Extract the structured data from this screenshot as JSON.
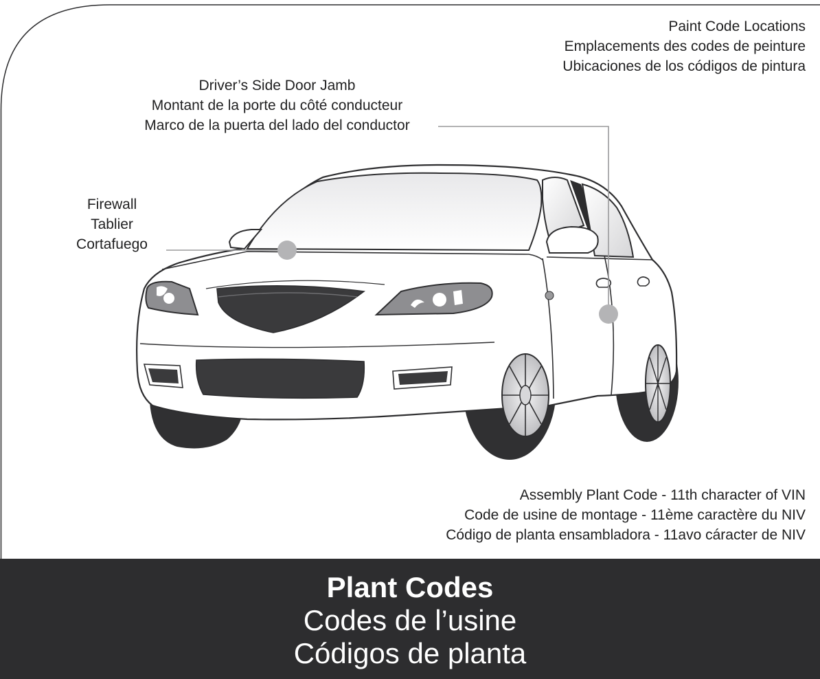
{
  "labels": {
    "paint_code_locations": {
      "en": "Paint Code Locations",
      "fr": "Emplacements des codes de peinture",
      "es": "Ubicaciones de los códigos de pintura"
    },
    "door_jamb": {
      "en": "Driver’s Side Door Jamb",
      "fr": "Montant de la porte du côté conducteur",
      "es": "Marco de la puerta del lado del conductor"
    },
    "firewall": {
      "en": "Firewall",
      "fr": "Tablier",
      "es": "Cortafuego"
    },
    "assembly_plant": {
      "en": "Assembly Plant Code - 11th character of VIN",
      "fr": "Code de usine de montage - 11ème caractère du NIV",
      "es": "Código de planta ensambladora - 11avo cáracter de NIV"
    }
  },
  "footer": {
    "title_en": "Plant Codes",
    "title_fr": "Codes de l’usine",
    "title_es": "Códigos de planta"
  },
  "colors": {
    "footer_bg": "#2d2d2f",
    "text": "#1f1f20",
    "marker": "#b4b4b6",
    "leader_line": "#9a9a9c",
    "tire": "#303032",
    "grille": "#3a3a3c"
  }
}
